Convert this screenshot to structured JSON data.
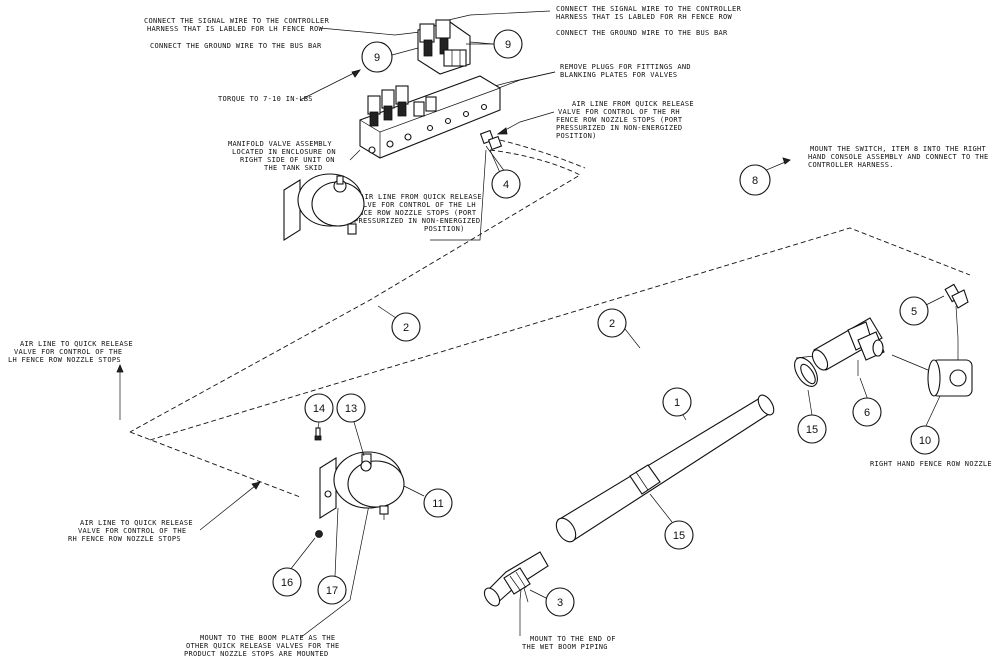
{
  "notes": {
    "lh_signal": [
      "CONNECT THE SIGNAL WIRE TO THE CONTROLLER",
      "HARNESS THAT IS LABLED FOR LH FENCE ROW"
    ],
    "lh_ground": "CONNECT THE GROUND WIRE TO THE BUS BAR",
    "rh_signal": [
      "CONNECT THE SIGNAL WIRE TO THE CONTROLLER",
      "HARNESS THAT IS LABLED FOR RH FENCE ROW"
    ],
    "rh_ground": "CONNECT THE GROUND WIRE TO THE BUS BAR",
    "plugs": [
      "REMOVE PLUGS FOR FITTINGS AND",
      "BLANKING PLATES FOR VALVES"
    ],
    "torque": "TORQUE TO 7-10 IN-LBS",
    "rh_air_upper": [
      "AIR LINE FROM QUICK RELEASE",
      "VALVE FOR CONTROL OF THE RH",
      "FENCE ROW NOZZLE STOPS (PORT",
      "PRESSURIZED IN NON-ENERGIZED",
      "POSITION)"
    ],
    "manifold": [
      "MANIFOLD VALVE ASSEMBLY",
      "LOCATED IN ENCLOSURE ON",
      "RIGHT SIDE OF UNIT ON",
      "THE TANK SKID"
    ],
    "lh_air_upper": [
      "AIR LINE FROM QUICK RELEASE",
      "VALVE FOR CONTROL OF THE LH",
      "FENCE ROW NOZZLE STOPS (PORT",
      "PRESSURIZED IN NON-ENERGIZED",
      "POSITION)"
    ],
    "switch": [
      "MOUNT THE SWITCH, ITEM 8 INTO THE RIGHT",
      "HAND CONSOLE ASSEMBLY AND CONNECT TO THE",
      "CONTROLLER HARNESS."
    ],
    "lh_air_left": [
      "AIR LINE TO QUICK RELEASE",
      "VALVE FOR CONTROL OF THE",
      "LH FENCE ROW NOZZLE STOPS"
    ],
    "rh_air_left": [
      "AIR LINE TO QUICK RELEASE",
      "VALVE FOR CONTROL OF THE",
      "RH FENCE ROW NOZZLE STOPS"
    ],
    "boom_plate": [
      "MOUNT TO THE BOOM PLATE AS THE",
      "OTHER QUICK RELEASE VALVES FOR THE",
      "PRODUCT NOZZLE STOPS ARE MOUNTED"
    ],
    "wet_boom": [
      "MOUNT TO THE END OF",
      "THE WET BOOM PIPING"
    ],
    "rh_nozzle": "RIGHT HAND FENCE ROW NOZZLE"
  },
  "balloons": {
    "b9a": "9",
    "b9b": "9",
    "b4": "4",
    "b8": "8",
    "b2a": "2",
    "b2b": "2",
    "b5": "5",
    "b14": "14",
    "b13": "13",
    "b1": "1",
    "b15a": "15",
    "b6": "6",
    "b10": "10",
    "b11": "11",
    "b15b": "15",
    "b16": "16",
    "b17": "17",
    "b3": "3"
  }
}
